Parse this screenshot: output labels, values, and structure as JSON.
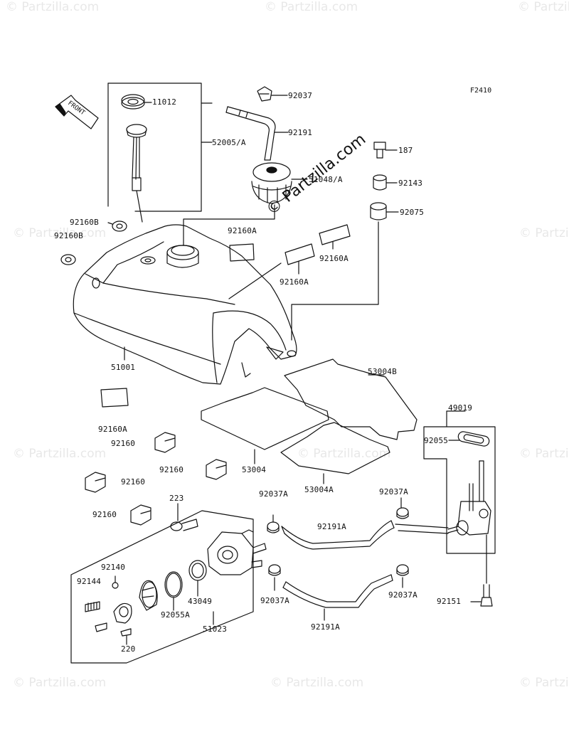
{
  "diagram": {
    "figure_id": "F2410",
    "brand_watermark": "© Partzilla.com",
    "tile_watermark": "© Partzilla.com",
    "front_arrow": "FRONT",
    "parts": [
      {
        "id": "p11012",
        "label": "11012"
      },
      {
        "id": "p52005",
        "label": "52005/A"
      },
      {
        "id": "p92037a",
        "label": "92037"
      },
      {
        "id": "p92191a",
        "label": "92191"
      },
      {
        "id": "p187",
        "label": "187"
      },
      {
        "id": "p51048",
        "label": "51048/A"
      },
      {
        "id": "p92143",
        "label": "92143"
      },
      {
        "id": "p92075",
        "label": "92075"
      },
      {
        "id": "p92160b1",
        "label": "92160B"
      },
      {
        "id": "p92160b2",
        "label": "92160B"
      },
      {
        "id": "p92160a1",
        "label": "92160A"
      },
      {
        "id": "p92160a2",
        "label": "92160A"
      },
      {
        "id": "p92160a3",
        "label": "92160A"
      },
      {
        "id": "p51001",
        "label": "51001"
      },
      {
        "id": "p53004b",
        "label": "53004B"
      },
      {
        "id": "p49019",
        "label": "49019"
      },
      {
        "id": "p92160a4",
        "label": "92160A"
      },
      {
        "id": "p92055",
        "label": "92055"
      },
      {
        "id": "p92160c1",
        "label": "92160"
      },
      {
        "id": "p92160c2",
        "label": "92160"
      },
      {
        "id": "p53004",
        "label": "53004"
      },
      {
        "id": "p92160c3",
        "label": "92160"
      },
      {
        "id": "p53004a",
        "label": "53004A"
      },
      {
        "id": "p223",
        "label": "223"
      },
      {
        "id": "p92037a1",
        "label": "92037A"
      },
      {
        "id": "p92037a2",
        "label": "92037A"
      },
      {
        "id": "p92160c4",
        "label": "92160"
      },
      {
        "id": "p92191a1",
        "label": "92191A"
      },
      {
        "id": "p92140",
        "label": "92140"
      },
      {
        "id": "p92144",
        "label": "92144"
      },
      {
        "id": "p43049",
        "label": "43049"
      },
      {
        "id": "p92055a",
        "label": "92055A"
      },
      {
        "id": "p92037a3",
        "label": "92037A"
      },
      {
        "id": "p92037a4",
        "label": "92037A"
      },
      {
        "id": "p92151",
        "label": "92151"
      },
      {
        "id": "p51023",
        "label": "51023"
      },
      {
        "id": "p220",
        "label": "220"
      },
      {
        "id": "p92191a2",
        "label": "92191A"
      }
    ]
  }
}
